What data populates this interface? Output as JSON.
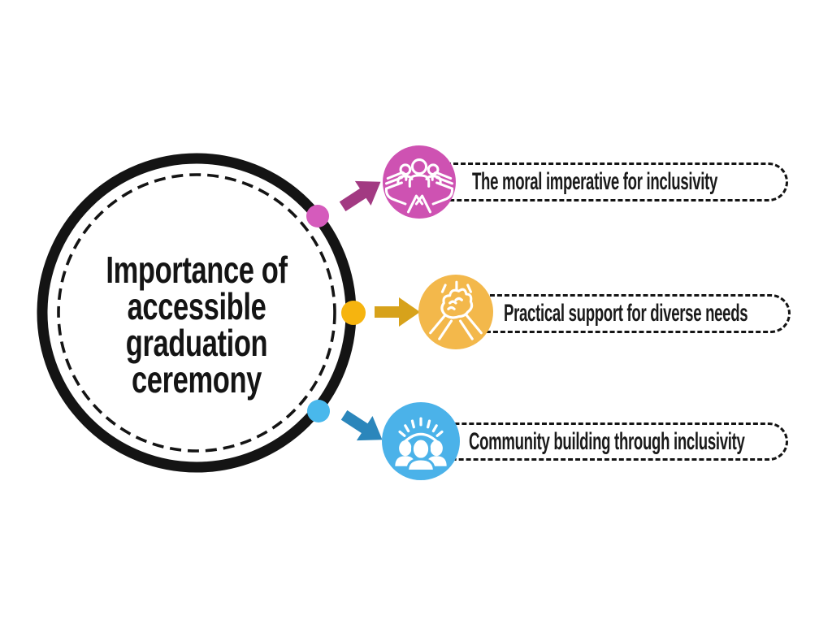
{
  "background": "#ffffff",
  "ink": "#141414",
  "center_circle": {
    "line1": "Importance of",
    "line2": "accessible",
    "line3": "graduation",
    "line4": "ceremony"
  },
  "branches": [
    {
      "label": "The moral imperative for inclusivity",
      "icon": "hands-holding-people-icon",
      "circle_color": "#ce52b2",
      "dot_color": "#d55bbc",
      "arrow_color": "#a23a82"
    },
    {
      "label": "Practical support for diverse needs",
      "icon": "clasped-hands-icon",
      "circle_color": "#f3b84b",
      "dot_color": "#f6b40f",
      "arrow_color": "#d7a21b"
    },
    {
      "label": "Community building through inclusivity",
      "icon": "community-sunrise-icon",
      "circle_color": "#4bb2e9",
      "dot_color": "#49b8ec",
      "arrow_color": "#2b86bb"
    }
  ]
}
